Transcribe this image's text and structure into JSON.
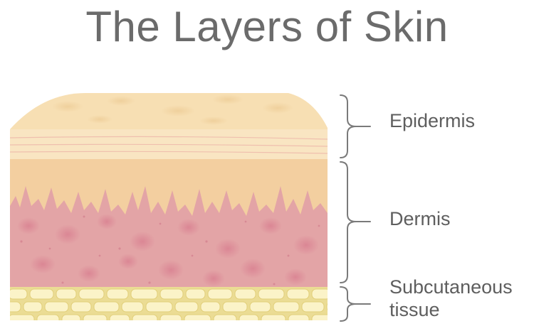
{
  "title": "The Layers of Skin",
  "layers": [
    {
      "id": "epidermis",
      "label": "Epidermis",
      "color": "#f4d9a8"
    },
    {
      "id": "dermis",
      "label": "Dermis",
      "color": "#e3a3a4"
    },
    {
      "id": "subcutaneous",
      "label_line1": "Subcutaneous",
      "label_line2": "tissue",
      "color": "#f0e2a0"
    }
  ],
  "colors": {
    "title": "#6b6b6b",
    "label": "#5e5e5e",
    "bracket": "#7a7a7a"
  }
}
